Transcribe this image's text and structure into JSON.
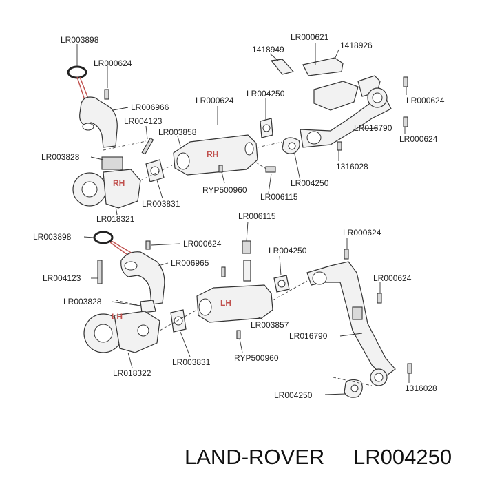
{
  "upper": {
    "lr003898": "LR003898",
    "lr000624_a": "LR000624",
    "lr006966": "LR006966",
    "lr004123": "LR004123",
    "lr003858": "LR003858",
    "lr003828": "LR003828",
    "lr018321": "LR018321",
    "lr003831": "LR003831",
    "ryp500960": "RYP500960",
    "lr006115": "LR006115",
    "lr000624_b": "LR000624",
    "lr004250_a": "LR004250",
    "lr004250_b": "LR004250",
    "n1418949": "1418949",
    "lr000621": "LR000621",
    "n1418926": "1418926",
    "lr000624_c": "LR000624",
    "lr016790": "LR016790",
    "lr000624_d": "LR000624",
    "n1316028": "1316028",
    "side_rh_1": "RH",
    "side_rh_2": "RH"
  },
  "lower": {
    "lr003898": "LR003898",
    "lr000624_a": "LR000624",
    "lr006965": "LR006965",
    "lr004123": "LR004123",
    "lr003828": "LR003828",
    "lr018322": "LR018322",
    "lr003831": "LR003831",
    "ryp500960": "RYP500960",
    "lr003857": "LR003857",
    "lr006115": "LR006115",
    "lr004250_a": "LR004250",
    "lr000624_b": "LR000624",
    "lr000624_c": "LR000624",
    "lr016790": "LR016790",
    "n1316028": "1316028",
    "lr004250_b": "LR004250",
    "side_lh_1": "LH",
    "side_lh_2": "LH"
  },
  "footer": {
    "brand": "LAND-ROVER",
    "part_number": "LR004250"
  }
}
